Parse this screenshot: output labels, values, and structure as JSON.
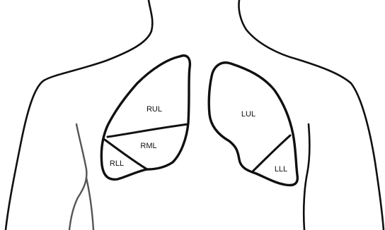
{
  "lobes": {
    "rul": "RUL",
    "rml": "RML",
    "rll": "RLL",
    "lul": "LUL",
    "lll": "LLL"
  }
}
